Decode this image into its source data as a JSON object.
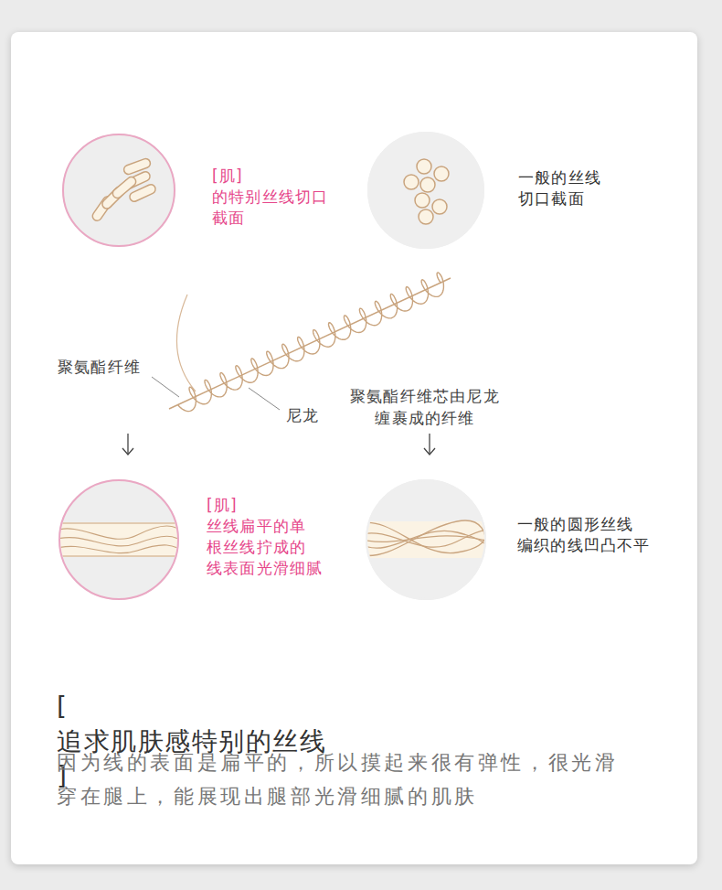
{
  "diagram": {
    "title": "[ 追求肌肤感特别的丝线 ]",
    "caption": "因为线的表面是扁平的，所以摸起来很有弹性，很光滑 穿在腿上，能展现出腿部光滑细腻的肌肤",
    "nodes": [
      {
        "text": [
          "[肌] 的特别丝线切口 截面"
        ]
      },
      {
        "text": [
          "一般的丝线 切口截面"
        ]
      },
      {
        "text": [
          "[肌] 丝线扁平的单 根丝线拧成的 线表面光滑细腻"
        ]
      },
      {
        "text": [
          "一般的圆形丝线 编织的线凹凸不平"
        ]
      }
    ],
    "labels": [
      "聚氨酯纤维",
      "尼龙",
      "聚氨酯纤维芯由尼龙 缠裹成的纤维"
    ]
  }
}
